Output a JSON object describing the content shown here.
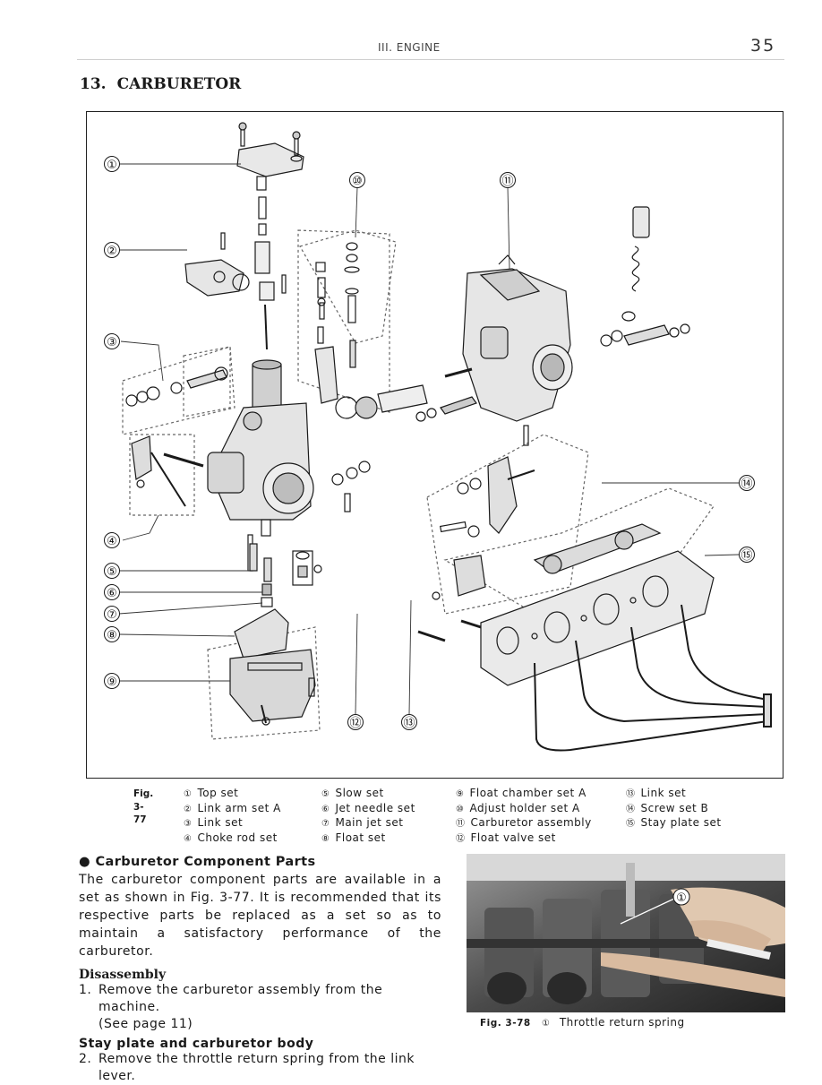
{
  "header": {
    "section": "III. ENGINE",
    "page_number": "35"
  },
  "section": {
    "number": "13.",
    "title": "CARBURETOR"
  },
  "figure_main": {
    "callouts": [
      "①",
      "②",
      "③",
      "④",
      "⑤",
      "⑥",
      "⑦",
      "⑧",
      "⑨",
      "⑩",
      "⑪",
      "⑫",
      "⑬",
      "⑭",
      "⑮"
    ],
    "caption_label": "Fig. 3-77",
    "legend": [
      {
        "num": "①",
        "text": "Top set"
      },
      {
        "num": "②",
        "text": "Link arm set A"
      },
      {
        "num": "③",
        "text": "Link set"
      },
      {
        "num": "④",
        "text": "Choke rod set"
      },
      {
        "num": "⑤",
        "text": "Slow set"
      },
      {
        "num": "⑥",
        "text": "Jet needle set"
      },
      {
        "num": "⑦",
        "text": "Main jet set"
      },
      {
        "num": "⑧",
        "text": "Float set"
      },
      {
        "num": "⑨",
        "text": "Float chamber set A"
      },
      {
        "num": "⑩",
        "text": "Adjust holder set A"
      },
      {
        "num": "⑪",
        "text": "Carburetor assembly"
      },
      {
        "num": "⑫",
        "text": "Float valve set"
      },
      {
        "num": "⑬",
        "text": "Link set"
      },
      {
        "num": "⑭",
        "text": "Screw set B"
      },
      {
        "num": "⑮",
        "text": "Stay plate set"
      }
    ]
  },
  "body": {
    "component_heading": "● Carburetor Component Parts",
    "component_paragraph": "The carburetor component parts are available in a set as shown in Fig. 3-77. It is recommended that its respective parts be replaced as a set so as to maintain a satisfactory performance of the carburetor.",
    "disassembly_heading": "Disassembly",
    "step1_num": "1.",
    "step1_text": "Remove the carburetor assembly from the machine.",
    "step1_note": "(See page 11)",
    "stay_heading": "Stay plate and carburetor body",
    "step2_num": "2.",
    "step2_text": "Remove the throttle return spring from the link lever."
  },
  "figure_photo": {
    "callout": "①",
    "caption_label": "Fig. 3-78",
    "caption_num": "①",
    "caption_text": "Throttle return spring"
  }
}
